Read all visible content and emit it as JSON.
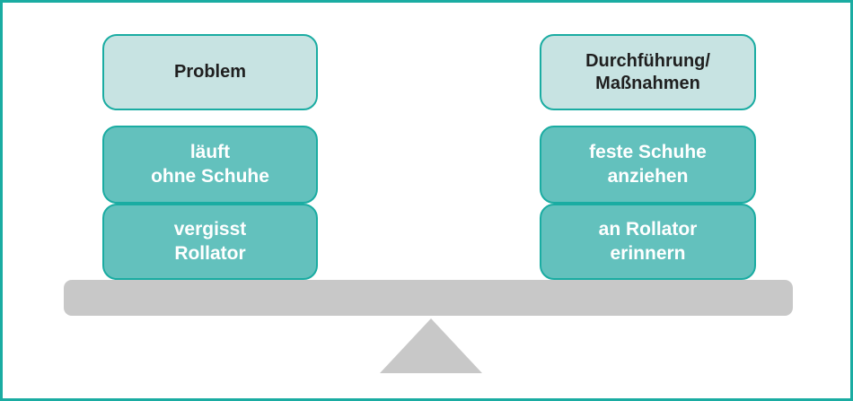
{
  "colors": {
    "frame_border": "#1aaca2",
    "header_fill": "#c7e3e2",
    "item_fill": "#63c1bd",
    "beam_fill": "#c8c8c8",
    "fulcrum_fill": "#c8c8c8"
  },
  "left": {
    "header": "Problem",
    "items": [
      "läuft\nohne Schuhe",
      "vergisst\nRollator"
    ]
  },
  "right": {
    "header": "Durchführung/\nMaßnahmen",
    "items": [
      "feste Schuhe\nanziehen",
      "an Rollator\nerinnern"
    ]
  }
}
